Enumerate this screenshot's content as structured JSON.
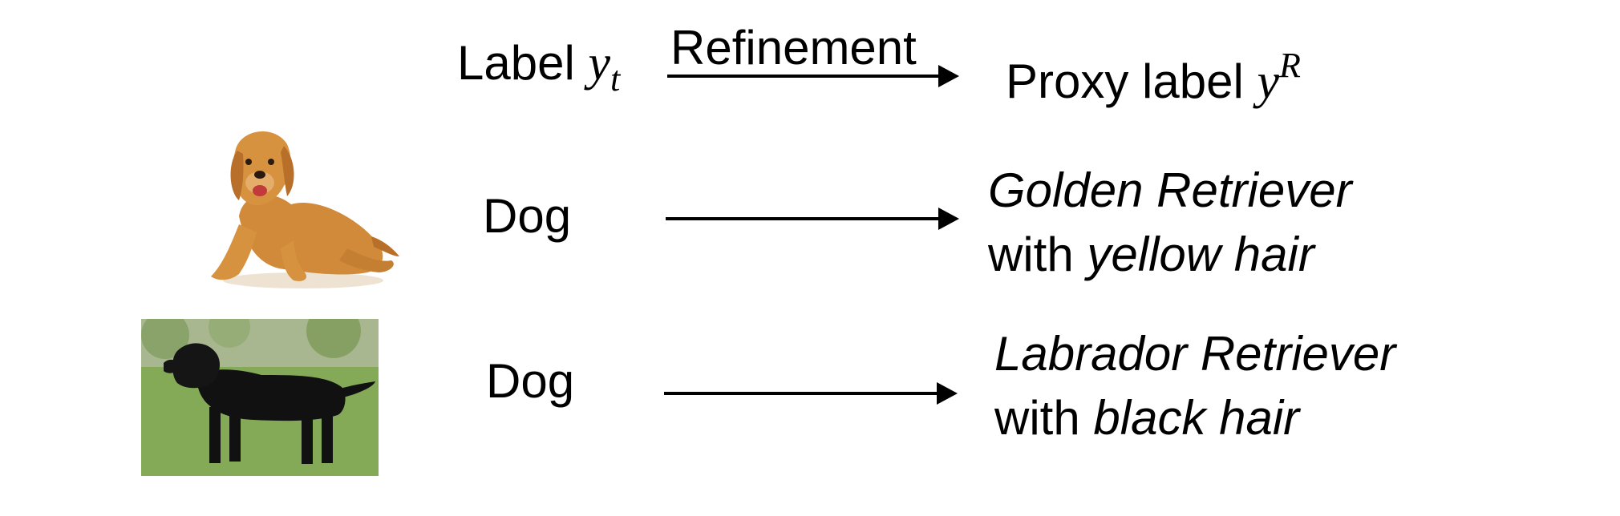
{
  "header": {
    "label_text": "Label ",
    "label_symbol": "y",
    "label_subscript": "t",
    "arrow_text": "Refinement",
    "proxy_text": "Proxy label ",
    "proxy_symbol": "y",
    "proxy_superscript": "R"
  },
  "rows": [
    {
      "label": "Dog",
      "proxy_line1": "Golden Retriever",
      "proxy_line2_prefix": "with ",
      "proxy_line2_em": "yellow hair",
      "image": "golden-retriever-photo"
    },
    {
      "label": "Dog",
      "proxy_line1": "Labrador Retriever",
      "proxy_line2_prefix": "with ",
      "proxy_line2_em": "black hair",
      "image": "labrador-retriever-photo"
    }
  ]
}
